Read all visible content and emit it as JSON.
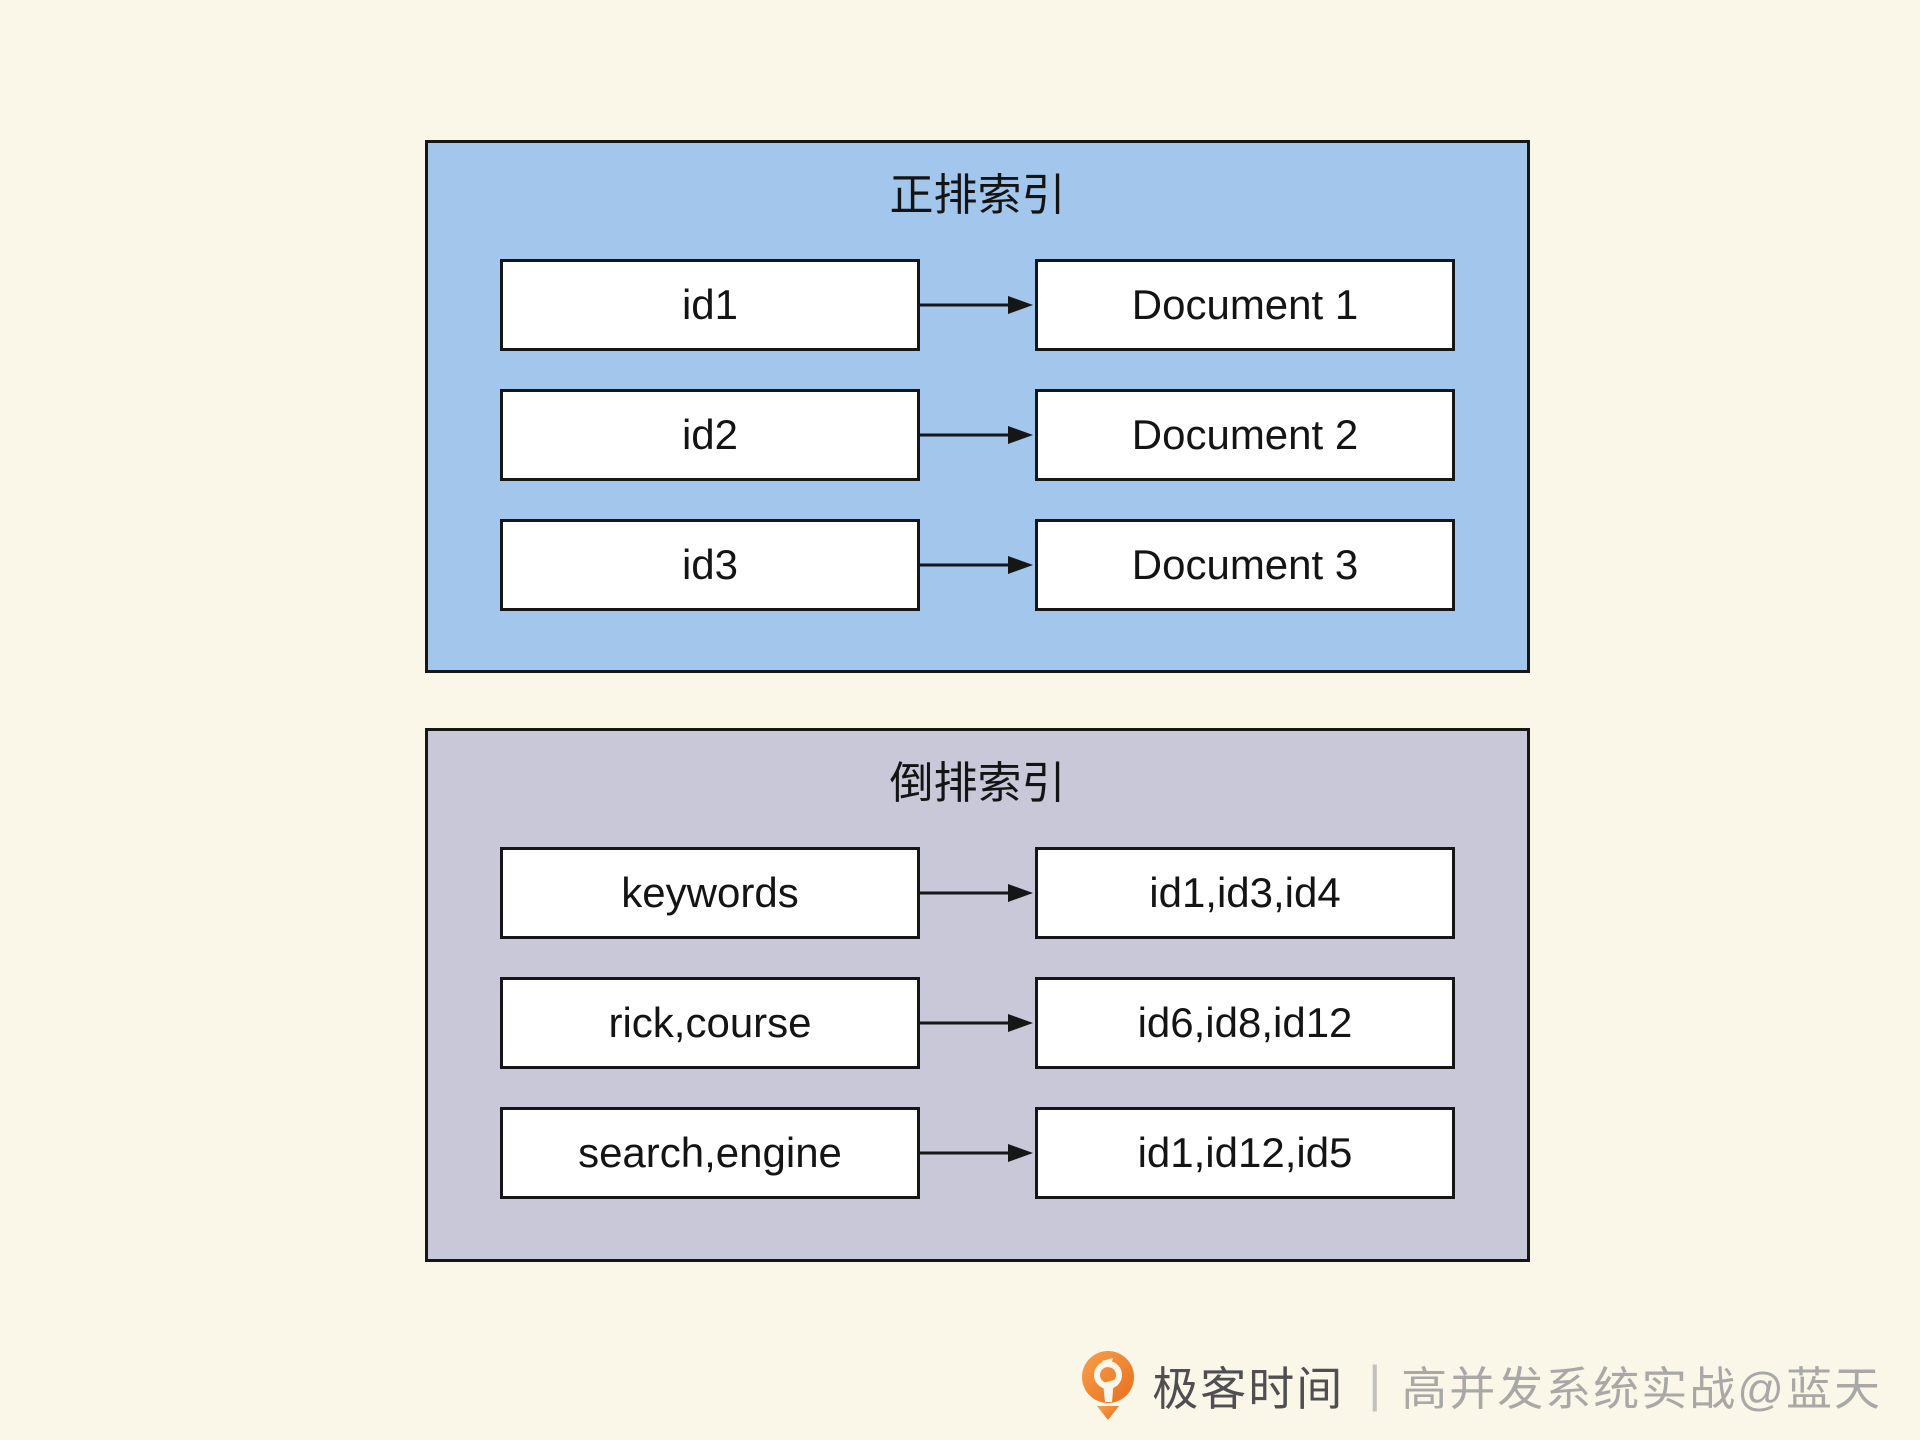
{
  "page": {
    "background_color": "#faf7e9",
    "border_color": "#161616",
    "box_fill": "#ffffff",
    "text_color": "#141414"
  },
  "panels": [
    {
      "title": "正排索引",
      "background_color": "#a2c6ec",
      "rows": [
        {
          "left": "id1",
          "right": "Document 1"
        },
        {
          "left": "id2",
          "right": "Document 2"
        },
        {
          "left": "id3",
          "right": "Document 3"
        }
      ]
    },
    {
      "title": "倒排索引",
      "background_color": "#c9c8d9",
      "rows": [
        {
          "left": "keywords",
          "right": "id1,id3,id4"
        },
        {
          "left": "rick,course",
          "right": "id6,id8,id12"
        },
        {
          "left": "search,engine",
          "right": "id1,id12,id5"
        }
      ]
    }
  ],
  "footer": {
    "brand": "极客时间",
    "divider": "|",
    "caption": "高并发系统实战@蓝天",
    "logo_color": "#ec7623",
    "brand_color": "#4f4f52",
    "caption_color": "#a9a8a6"
  }
}
